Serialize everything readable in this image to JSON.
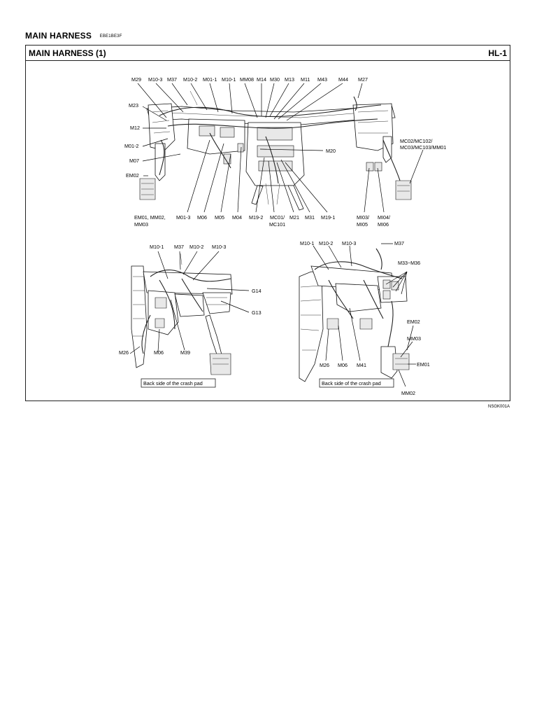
{
  "header": {
    "section_heading": "MAIN HARNESS",
    "section_code": "EBE1BE3F",
    "panel_title": "MAIN HARNESS (1)",
    "panel_section": "HL-1",
    "figure_code": "NSGK001A"
  },
  "top_view": {
    "labels": [
      {
        "id": "m29",
        "text": "M29"
      },
      {
        "id": "m10_3",
        "text": "M10-3"
      },
      {
        "id": "m37",
        "text": "M37"
      },
      {
        "id": "m10_2",
        "text": "M10-2"
      },
      {
        "id": "m01_1",
        "text": "M01-1"
      },
      {
        "id": "m10_1",
        "text": "M10-1"
      },
      {
        "id": "mm08",
        "text": "MM08"
      },
      {
        "id": "m14",
        "text": "M14"
      },
      {
        "id": "m30",
        "text": "M30"
      },
      {
        "id": "m13",
        "text": "M13"
      },
      {
        "id": "m11",
        "text": "M11"
      },
      {
        "id": "m43",
        "text": "M43"
      },
      {
        "id": "m44",
        "text": "M44"
      },
      {
        "id": "m27",
        "text": "M27"
      },
      {
        "id": "m23",
        "text": "M23"
      },
      {
        "id": "m12",
        "text": "M12"
      },
      {
        "id": "m01_2",
        "text": "M01-2"
      },
      {
        "id": "m07",
        "text": "M07"
      },
      {
        "id": "em02",
        "text": "EM02"
      },
      {
        "id": "em01_a",
        "text": "EM01, MM02,"
      },
      {
        "id": "em01_b",
        "text": "MM03"
      },
      {
        "id": "m01_3",
        "text": "M01-3"
      },
      {
        "id": "m06",
        "text": "M06"
      },
      {
        "id": "m05",
        "text": "M05"
      },
      {
        "id": "m04",
        "text": "M04"
      },
      {
        "id": "m19_2",
        "text": "M19-2"
      },
      {
        "id": "mc01_a",
        "text": "MC01/"
      },
      {
        "id": "mc01_b",
        "text": "MC101"
      },
      {
        "id": "m21",
        "text": "M21"
      },
      {
        "id": "m31",
        "text": "M31"
      },
      {
        "id": "m19_1",
        "text": "M19-1"
      },
      {
        "id": "mi03_a",
        "text": "MI03/"
      },
      {
        "id": "mi03_b",
        "text": "MI05"
      },
      {
        "id": "mi04_a",
        "text": "MI04/"
      },
      {
        "id": "mi04_b",
        "text": "MI06"
      },
      {
        "id": "m20",
        "text": "M20"
      },
      {
        "id": "mc02_a",
        "text": "MC02/MC102/"
      },
      {
        "id": "mc02_b",
        "text": "MC03/MC103/MM01"
      }
    ]
  },
  "bottom_left": {
    "labels": [
      {
        "id": "m10_1",
        "text": "M10-1"
      },
      {
        "id": "m37",
        "text": "M37"
      },
      {
        "id": "m10_2",
        "text": "M10-2"
      },
      {
        "id": "m10_3",
        "text": "M10-3"
      },
      {
        "id": "g14",
        "text": "G14"
      },
      {
        "id": "g13",
        "text": "G13"
      },
      {
        "id": "m26",
        "text": "M26"
      },
      {
        "id": "m06",
        "text": "M06"
      },
      {
        "id": "m39",
        "text": "M39"
      }
    ],
    "caption": "Back side of the crash pad"
  },
  "bottom_right": {
    "labels": [
      {
        "id": "m10_1",
        "text": "M10-1"
      },
      {
        "id": "m10_2",
        "text": "M10-2"
      },
      {
        "id": "m10_3",
        "text": "M10-3"
      },
      {
        "id": "m37",
        "text": "M37"
      },
      {
        "id": "m33",
        "text": "M33~M36"
      },
      {
        "id": "em02",
        "text": "EM02"
      },
      {
        "id": "mm03",
        "text": "MM03"
      },
      {
        "id": "em01",
        "text": "EM01"
      },
      {
        "id": "mm02",
        "text": "MM02"
      },
      {
        "id": "m26",
        "text": "M26"
      },
      {
        "id": "m06",
        "text": "M06"
      },
      {
        "id": "m41",
        "text": "M41"
      }
    ],
    "caption": "Back side of the crash pad"
  }
}
